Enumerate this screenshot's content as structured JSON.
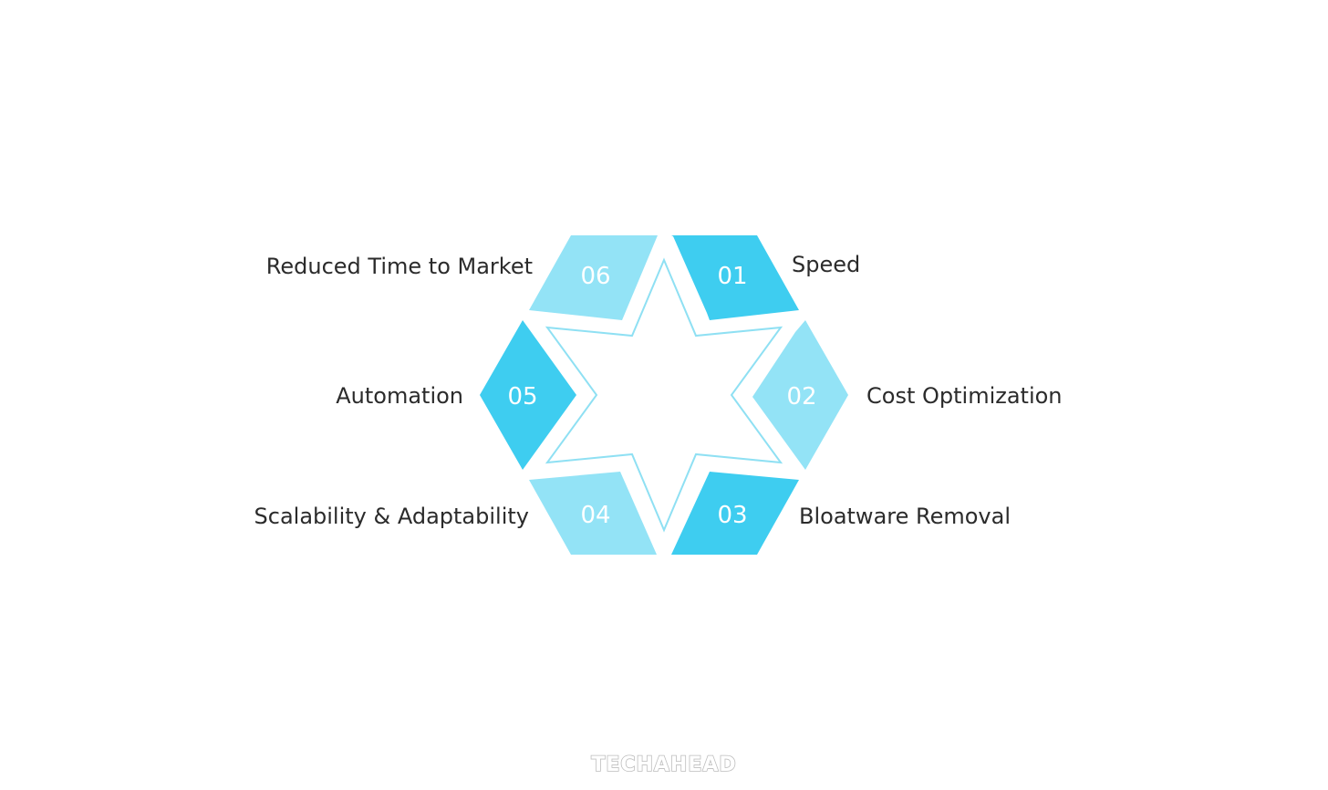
{
  "diagram": {
    "items": [
      {
        "number": "01",
        "label": "Speed",
        "color": "#3ECDF0"
      },
      {
        "number": "02",
        "label": "Cost Optimization",
        "color": "#93E3F6"
      },
      {
        "number": "03",
        "label": "Bloatware Removal",
        "color": "#3ECDF0"
      },
      {
        "number": "04",
        "label": "Scalability & Adaptability",
        "color": "#93E3F6"
      },
      {
        "number": "05",
        "label": "Automation",
        "color": "#3ECDF0"
      },
      {
        "number": "06",
        "label": "Reduced Time to Market",
        "color": "#93E3F6"
      }
    ],
    "star_outline_color": "#8FE0F3"
  },
  "brand": {
    "logo_text": "TECHAHEAD"
  }
}
